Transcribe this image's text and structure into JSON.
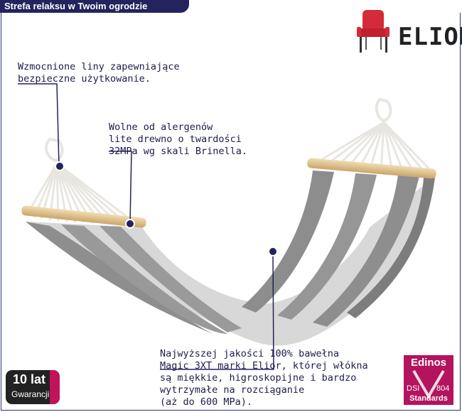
{
  "header": {
    "banner_text": "Strefa relaksu w Twoim ogrodzie"
  },
  "brand": {
    "name": "ELIOR",
    "logo_icon": "red-chair-icon",
    "accent_color": "#d42a3a"
  },
  "callouts": {
    "ropes": "Wzmocnione liny zapewniające\nbezpieczne użytkowanie.",
    "wood": "Wolne od alergenów\nlite drewno o twardości\n32MPa wg skali Brinella.",
    "fabric": "Najwyższej jakości 100% bawełna\nMagic 3XT marki Elior, której włókna\nsą miękkie, higroskopijne i bardzo\nwytrzymałe na rozciąganie\n(aż do 600 MPa)."
  },
  "warranty_badge": {
    "years": "10 lat",
    "label": "Gwarancji"
  },
  "cert_badge": {
    "name": "Edinos",
    "dsi": "DSI",
    "number": "804",
    "label": "Standards",
    "color": "#b4135e"
  }
}
